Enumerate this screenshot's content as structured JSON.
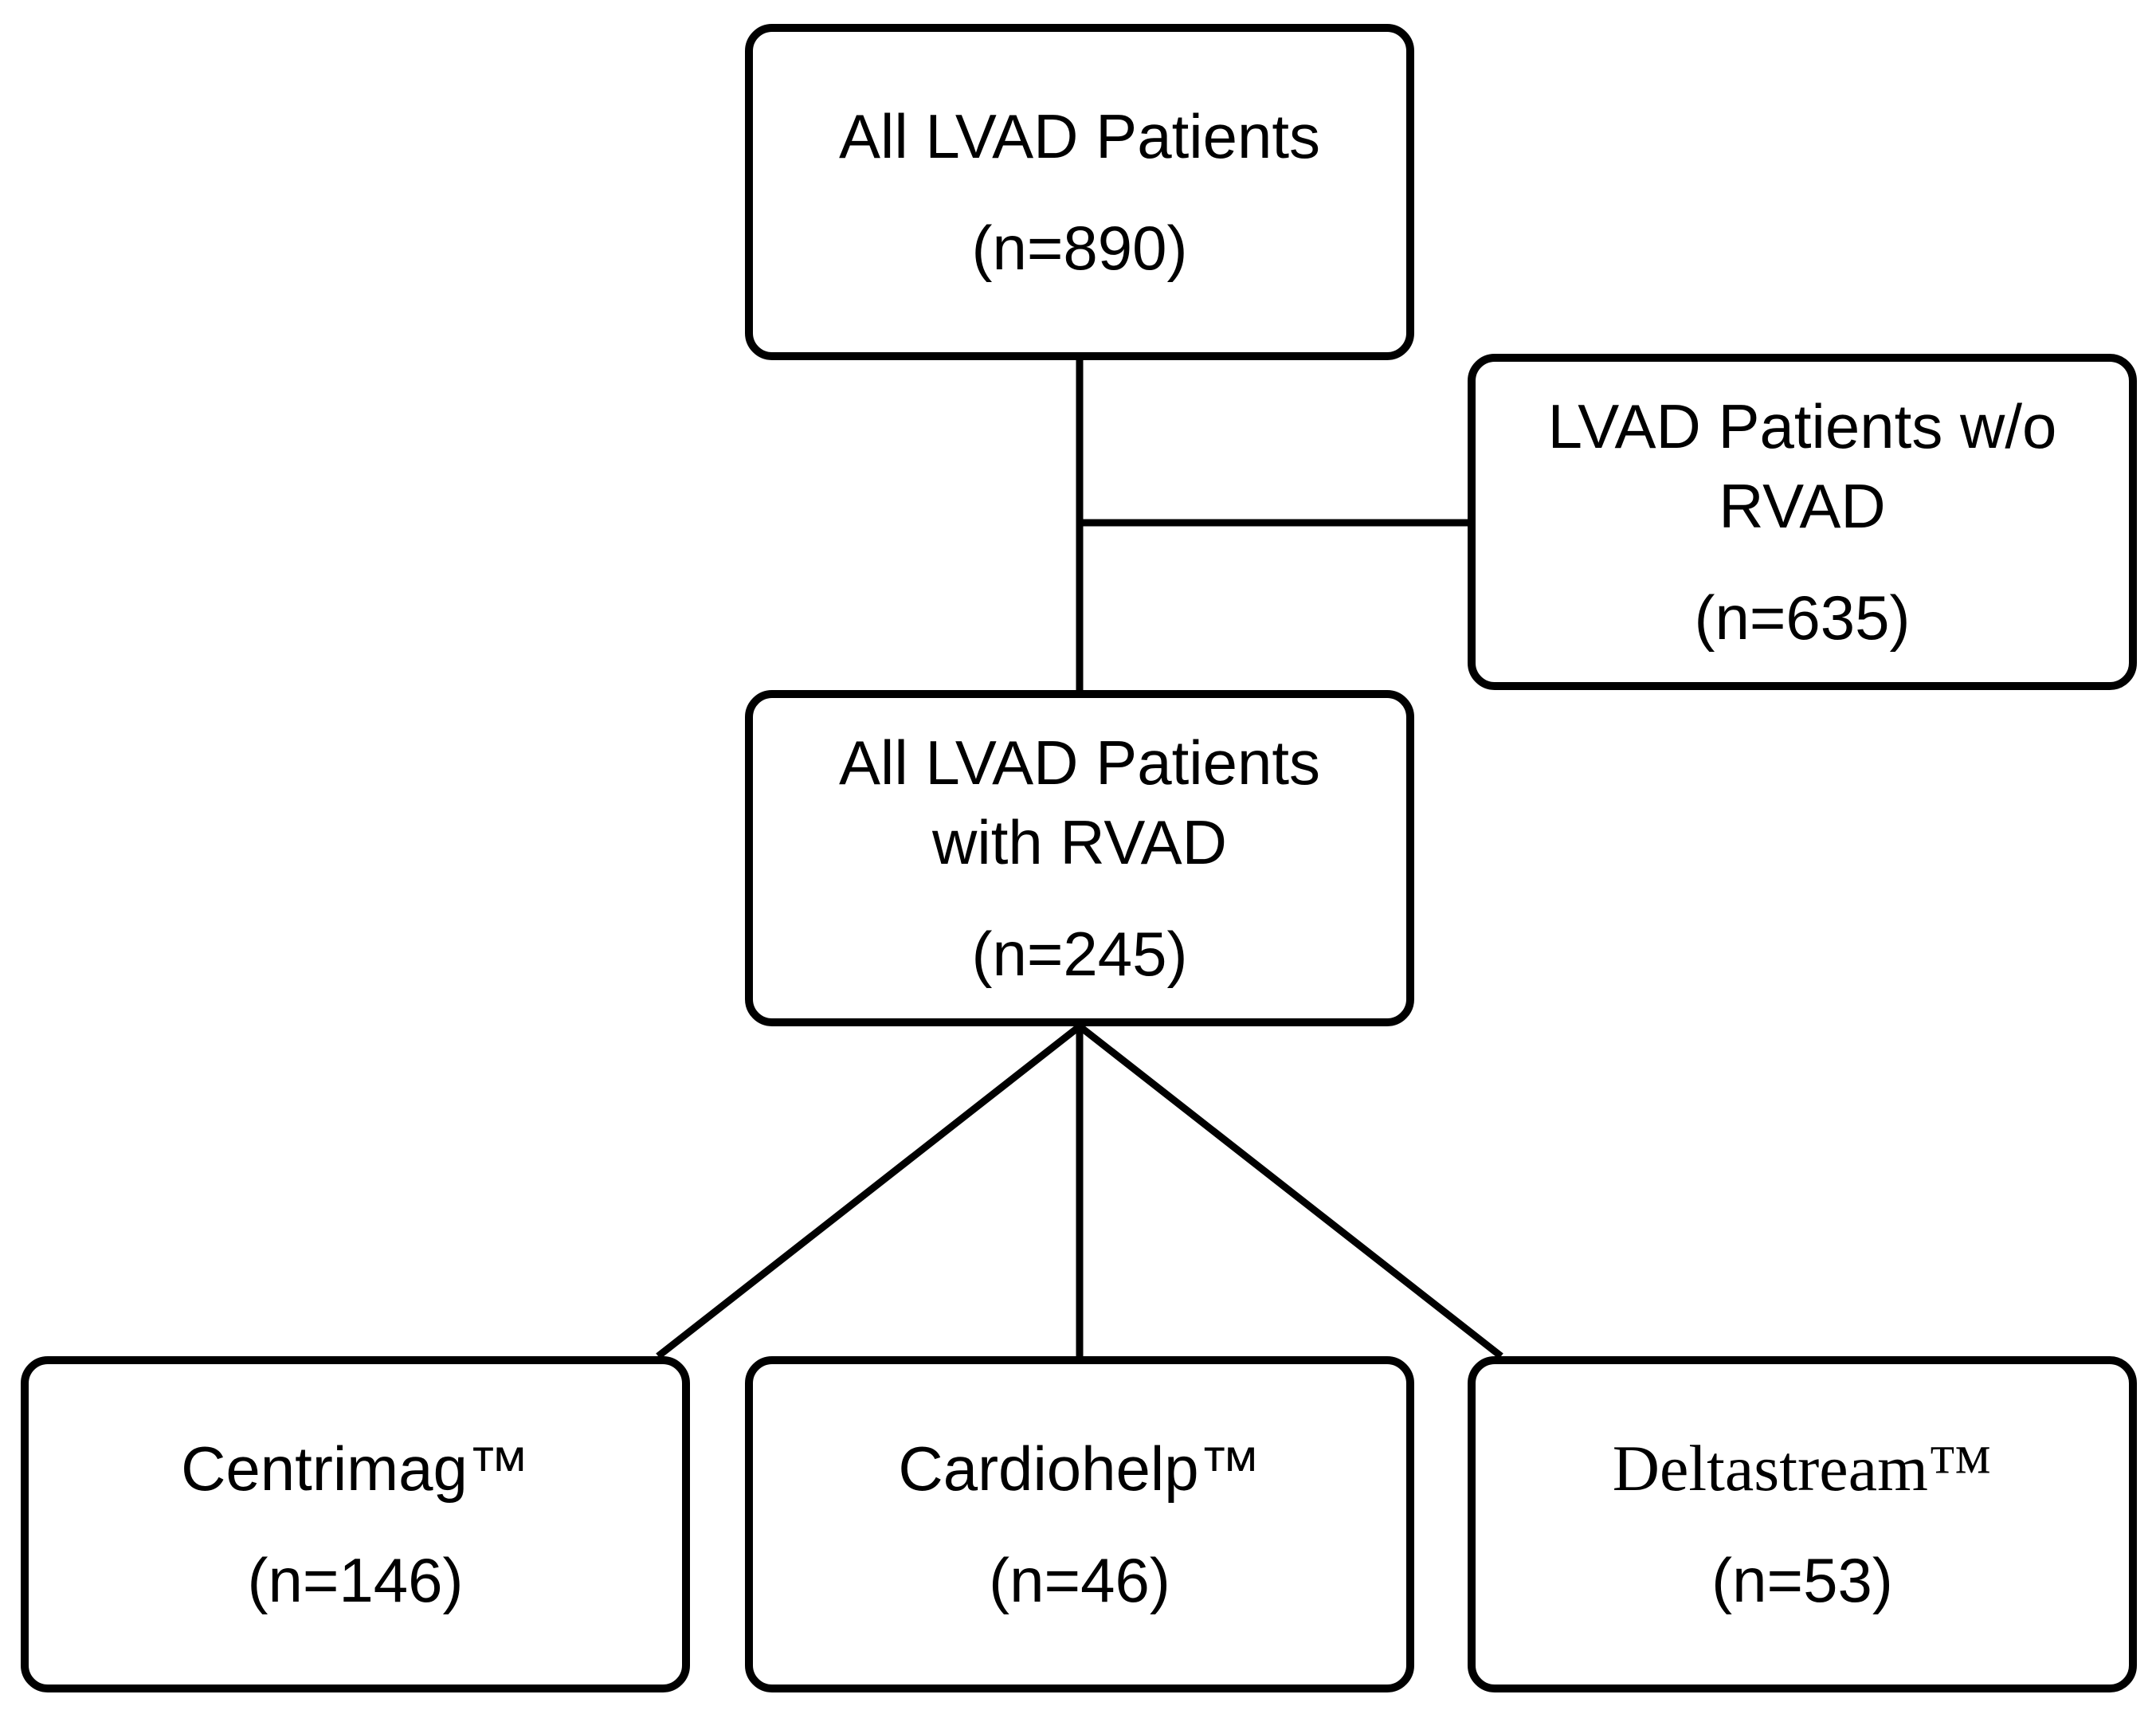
{
  "diagram": {
    "nodes": [
      {
        "id": "all",
        "title": "All LVAD Patients",
        "count": "(n=890)"
      },
      {
        "id": "wo",
        "title": "LVAD Patients w/o\nRVAD",
        "count": "(n=635)"
      },
      {
        "id": "with",
        "title": "All LVAD Patients\nwith RVAD",
        "count": "(n=245)"
      },
      {
        "id": "centrimag",
        "title": "Centrimag™",
        "count": "(n=146)"
      },
      {
        "id": "cardiohelp",
        "title": "Cardiohelp™",
        "count": "(n=46)"
      },
      {
        "id": "deltastream",
        "title": "Deltastream™",
        "count": "(n=53)"
      }
    ],
    "edges": [
      {
        "from": "all",
        "to": "with"
      },
      {
        "from": "all",
        "to": "wo"
      },
      {
        "from": "with",
        "to": "centrimag"
      },
      {
        "from": "with",
        "to": "cardiohelp"
      },
      {
        "from": "with",
        "to": "deltastream"
      }
    ]
  }
}
